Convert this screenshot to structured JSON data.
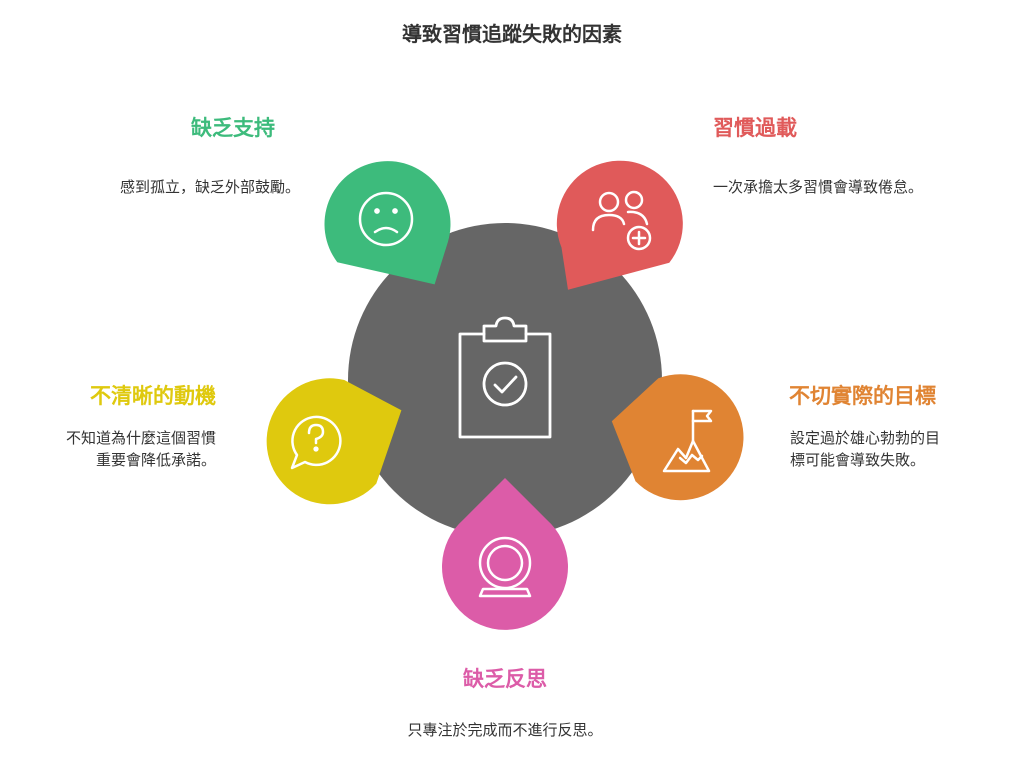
{
  "title": "導致習慣追蹤失敗的因素",
  "center": {
    "icon": "clipboard-check-icon",
    "color": "#666666"
  },
  "factors": [
    {
      "key": "lack_support",
      "heading": "缺乏支持",
      "desc_lines": [
        "感到孤立，缺乏外部鼓勵。"
      ],
      "icon": "frown-face-icon",
      "color": "#3dbb7c"
    },
    {
      "key": "habit_overload",
      "heading": "習慣過載",
      "desc_lines": [
        "一次承擔太多習慣會導致倦怠。"
      ],
      "icon": "users-add-icon",
      "color": "#e05a5a"
    },
    {
      "key": "unclear_motivation",
      "heading": "不清晰的動機",
      "desc_lines": [
        "不知道為什麼這個習慣",
        "重要會降低承諾。"
      ],
      "icon": "question-bubble-icon",
      "color": "#dfc90e"
    },
    {
      "key": "unrealistic_goals",
      "heading": "不切實際的目標",
      "desc_lines": [
        "設定過於雄心勃勃的目",
        "標可能會導致失敗。"
      ],
      "icon": "mountain-flag-icon",
      "color": "#e08433"
    },
    {
      "key": "lack_reflection",
      "heading": "缺乏反思",
      "desc_lines": [
        "只專注於完成而不進行反思。"
      ],
      "icon": "ring-icon",
      "color": "#dc5ca8"
    }
  ]
}
